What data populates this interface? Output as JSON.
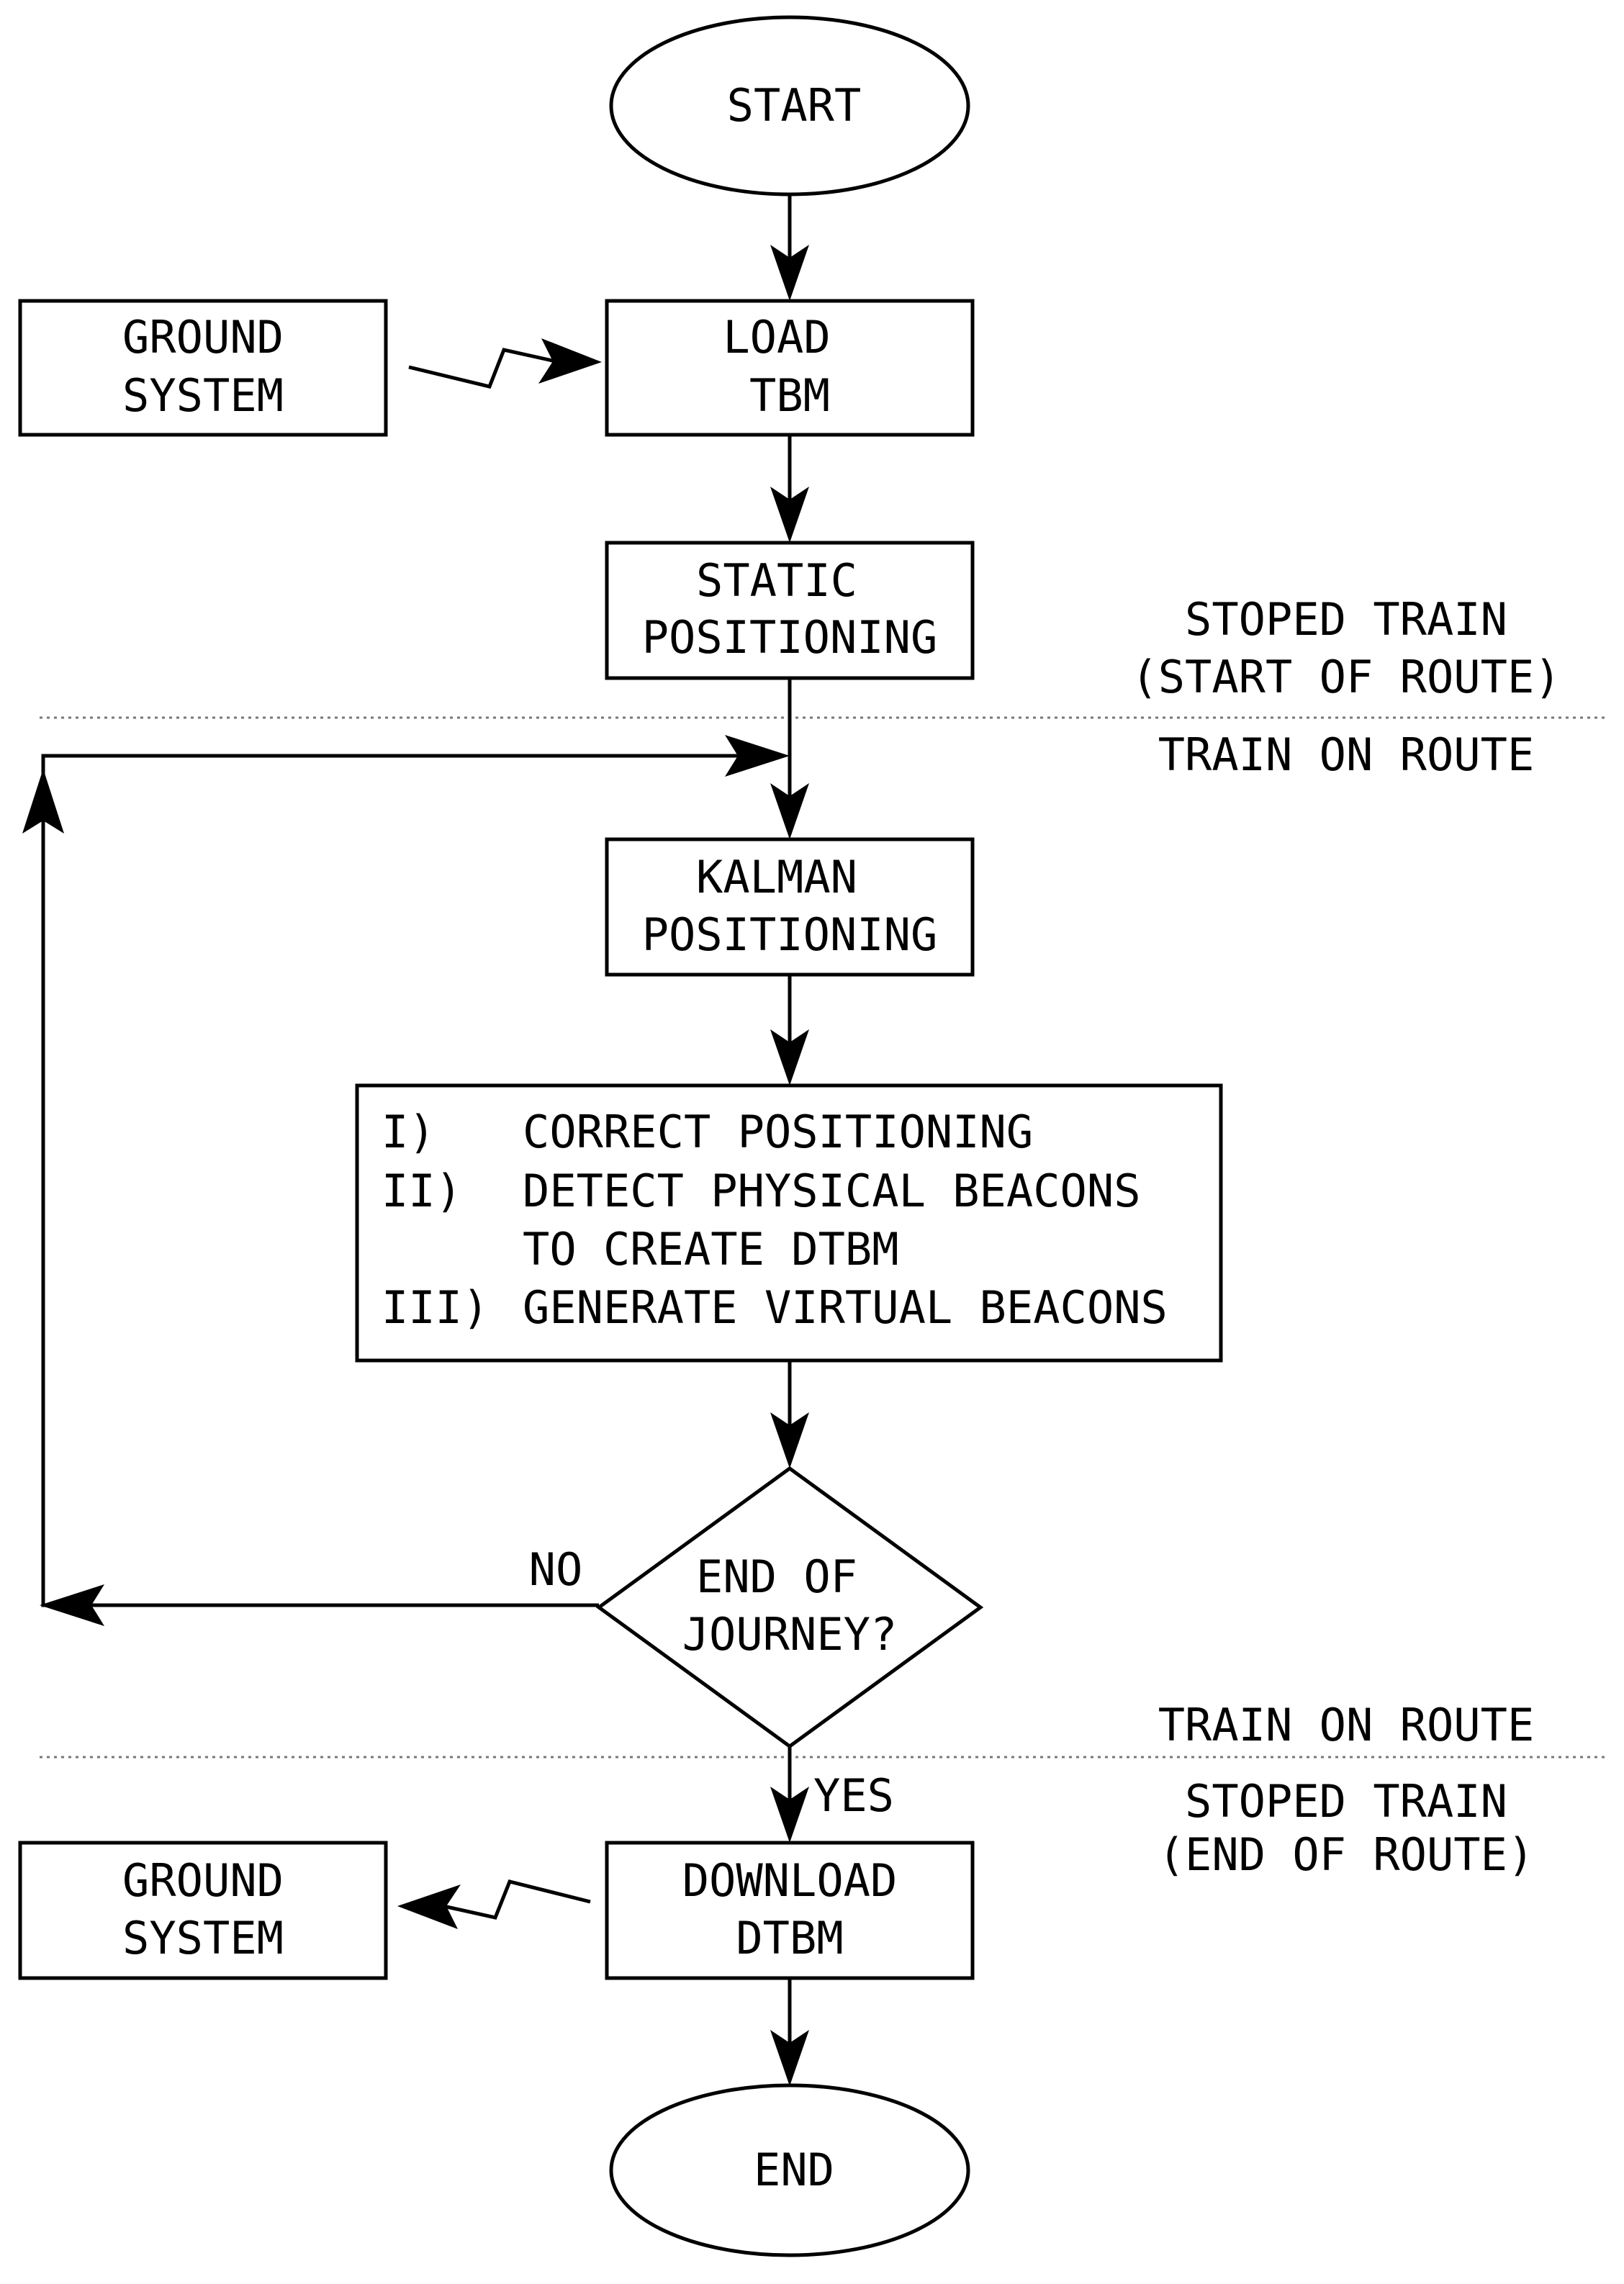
{
  "start": "START",
  "load_tbm": [
    "LOAD",
    "TBM"
  ],
  "ground_system_top": [
    "GROUND",
    "SYSTEM"
  ],
  "static_positioning": [
    "STATIC",
    "POSITIONING"
  ],
  "phase_labels": {
    "stopped_start": [
      "STOPED TRAIN",
      "(START OF ROUTE)"
    ],
    "on_route_top": "TRAIN ON ROUTE",
    "on_route_bottom": "TRAIN ON ROUTE",
    "stopped_end": [
      "STOPED TRAIN",
      "(END OF ROUTE)"
    ]
  },
  "kalman_positioning": [
    "KALMAN",
    "POSITIONING"
  ],
  "process_steps": [
    {
      "num": "I)",
      "text": "CORRECT POSITIONING"
    },
    {
      "num": "II)",
      "text": "DETECT PHYSICAL BEACONS"
    },
    {
      "num": "",
      "text": "TO CREATE DTBM"
    },
    {
      "num": "III)",
      "text": "GENERATE VIRTUAL BEACONS"
    }
  ],
  "decision": [
    "END OF",
    "JOURNEY?"
  ],
  "decision_no": "NO",
  "decision_yes": "YES",
  "download_dtbm": [
    "DOWNLOAD",
    "DTBM"
  ],
  "ground_system_bottom": [
    "GROUND",
    "SYSTEM"
  ],
  "end": "END"
}
